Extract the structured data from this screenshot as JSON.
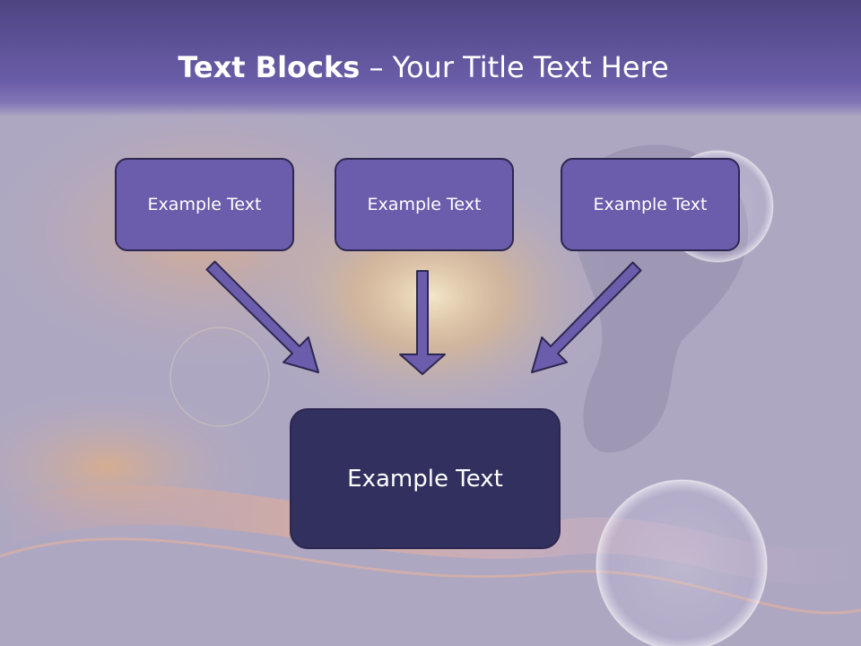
{
  "slide": {
    "title_bold": "Text Blocks",
    "title_dash": " – ",
    "title_regular": "Your Title Text Here"
  },
  "diagram": {
    "top_boxes": [
      {
        "label": "Example Text"
      },
      {
        "label": "Example Text"
      },
      {
        "label": "Example Text"
      }
    ],
    "bottom_box": {
      "label": "Example Text"
    }
  },
  "colors": {
    "title_band": "#6a5da8",
    "top_box_fill": "#6b5dac",
    "bottom_box_fill": "#32305e",
    "box_border": "#2c2750",
    "arrow_fill": "#6b5dac",
    "text": "#ffffff"
  }
}
